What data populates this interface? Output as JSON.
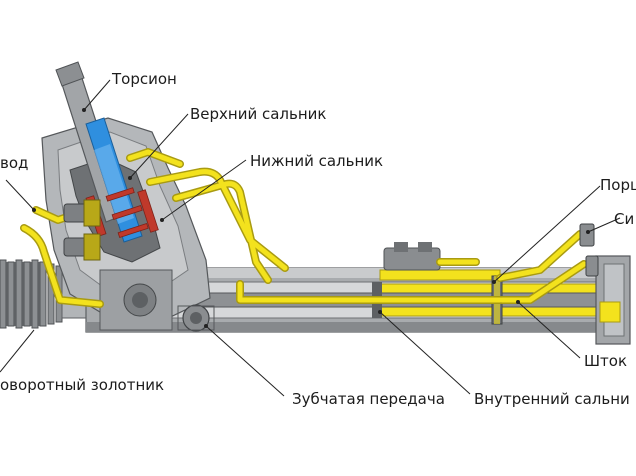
{
  "labels": {
    "torsion": "Торсион",
    "upper_seal": "Верхний сальник",
    "lower_seal": "Нижний сальник",
    "inlet": "вод",
    "rotary_valve": "оворотный золотник",
    "gear": "Зубчатая передача",
    "inner_seal": "Внутренний сальни",
    "rod": "Шток",
    "piston": "Порш",
    "cylinder": "Си"
  },
  "colors": {
    "housing": "#9a9da0",
    "housing_dark": "#5d6063",
    "housing_light": "#d3d5d7",
    "oil": "#f3e21d",
    "oil_outline": "#a99b12",
    "torsion_blue": "#2f8fdf",
    "seal_red": "#c0392b",
    "leader": "#222222"
  }
}
